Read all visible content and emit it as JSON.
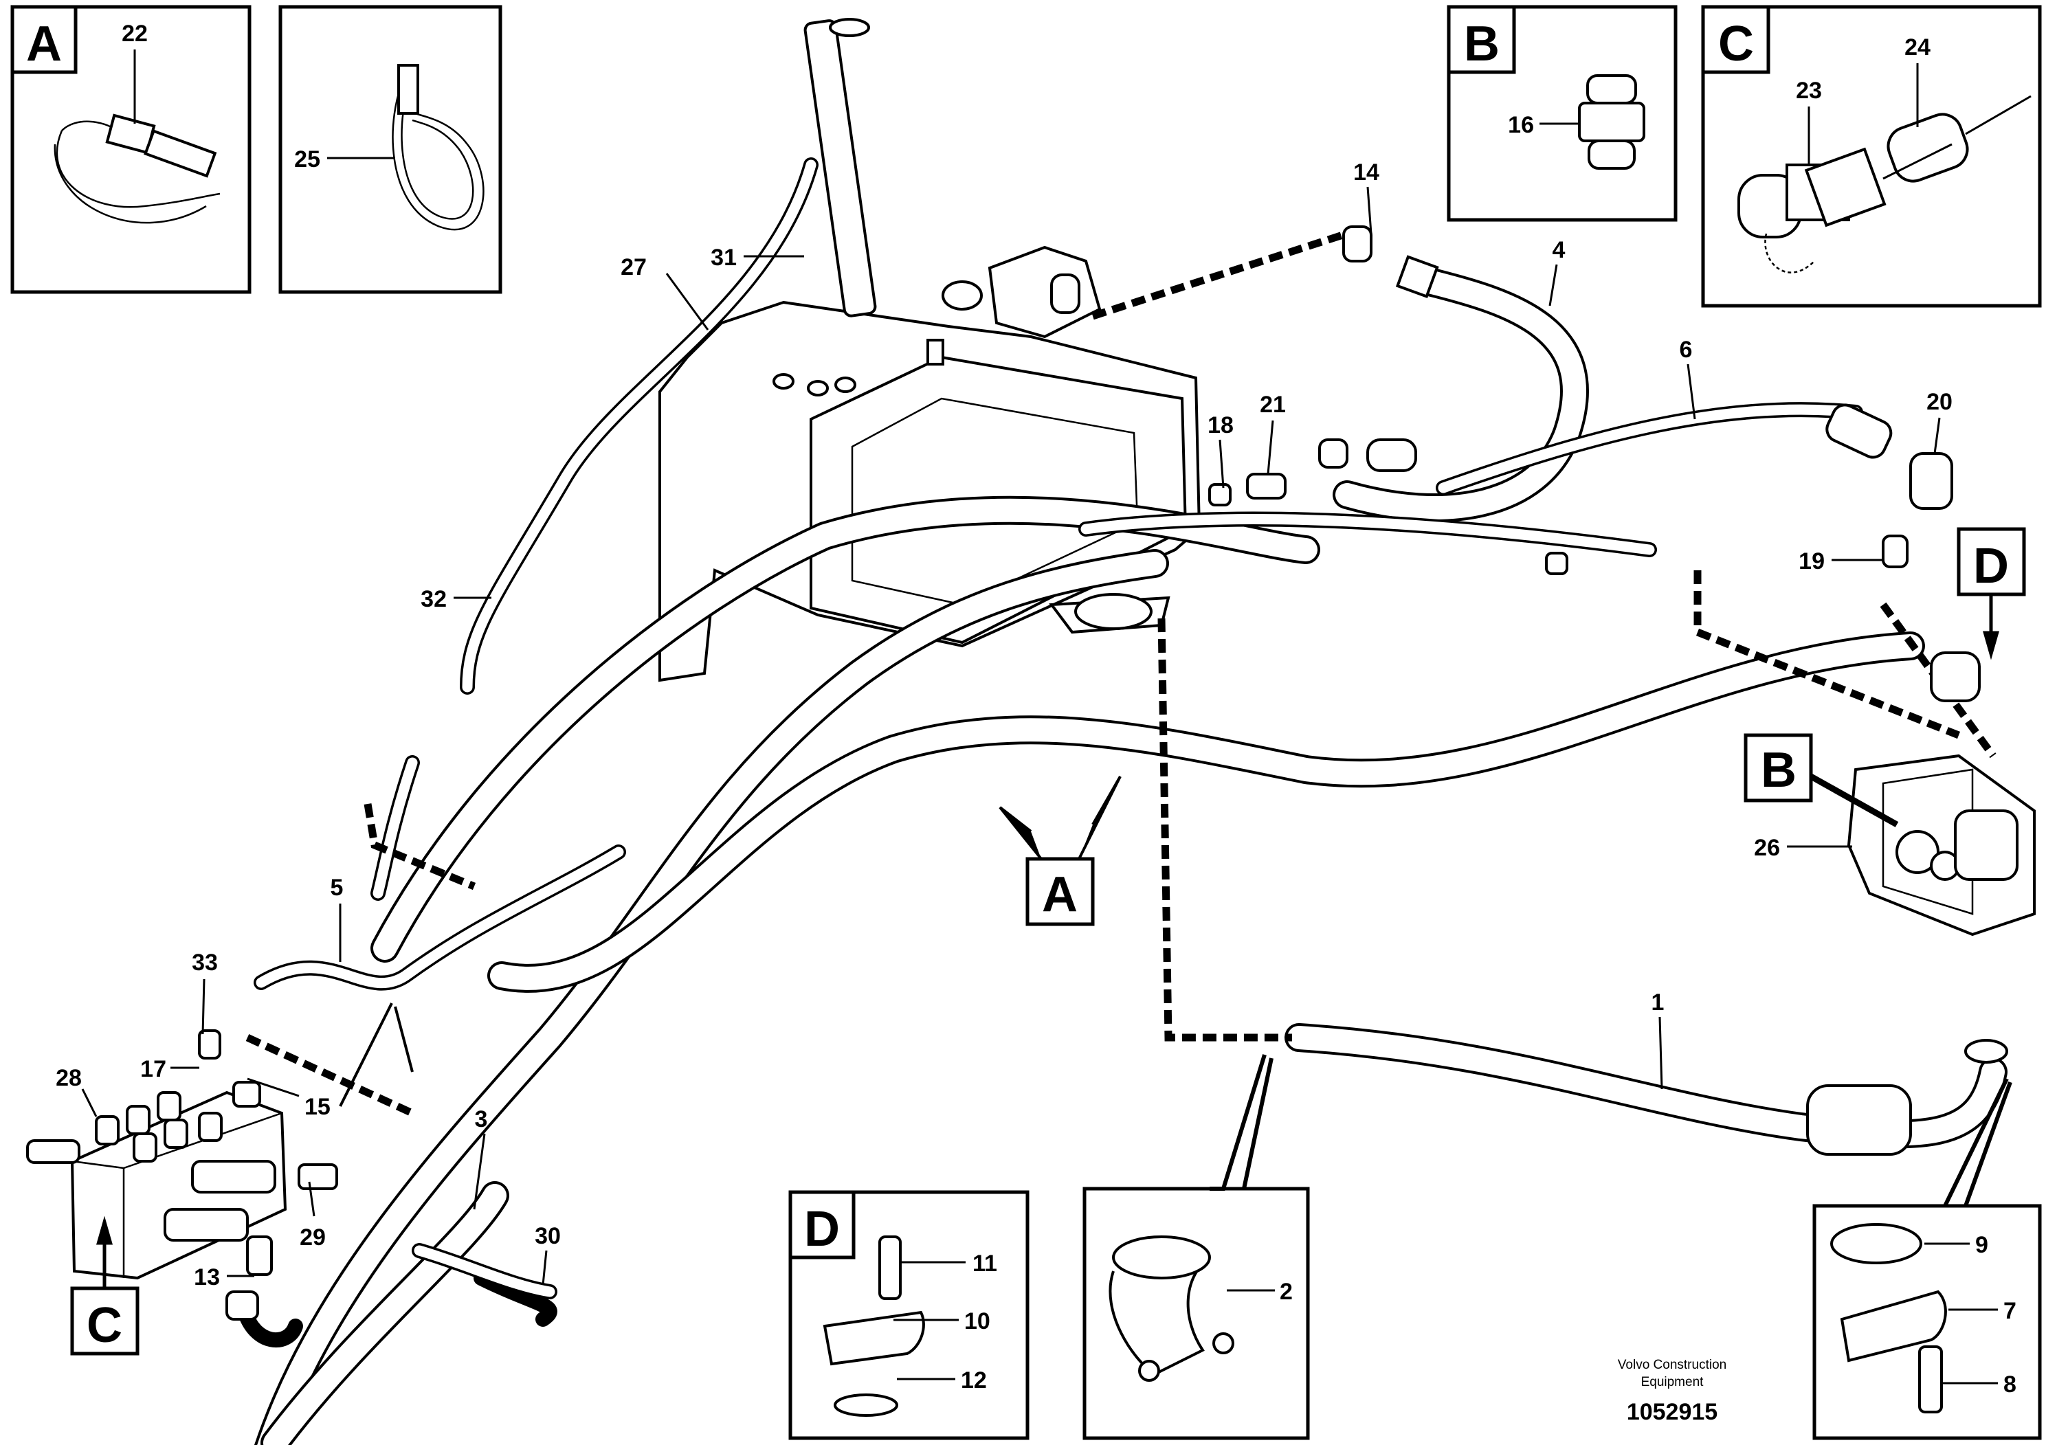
{
  "callouts": {
    "n1": "1",
    "n2": "2",
    "n3": "3",
    "n4": "4",
    "n5": "5",
    "n6": "6",
    "n7": "7",
    "n8": "8",
    "n9": "9",
    "n10": "10",
    "n11": "11",
    "n12": "12",
    "n13": "13",
    "n14": "14",
    "n15": "15",
    "n16": "16",
    "n17": "17",
    "n18": "18",
    "n19": "19",
    "n20": "20",
    "n21": "21",
    "n22": "22",
    "n23": "23",
    "n24": "24",
    "n25": "25",
    "n26": "26",
    "n27": "27",
    "n28": "28",
    "n29": "29",
    "n30": "30",
    "n31": "31",
    "n32": "32",
    "n33": "33"
  },
  "view_letters": {
    "A": "A",
    "B": "B",
    "C": "C",
    "D": "D"
  },
  "footer": {
    "line1": "Volvo Construction",
    "line2": "Equipment",
    "drawing_number": "1052915"
  },
  "style": {
    "line_color": "#000000",
    "background": "#ffffff"
  }
}
